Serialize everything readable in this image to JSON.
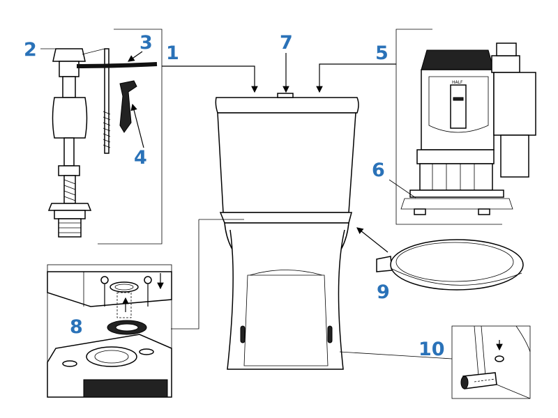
{
  "callouts": {
    "c1": "1",
    "c2": "2",
    "c3": "3",
    "c4": "4",
    "c5": "5",
    "c6": "6",
    "c7": "7",
    "c8": "8",
    "c9": "9",
    "c10": "10"
  },
  "flush_valve": {
    "scale_label": "HALF"
  },
  "colors": {
    "callout": "#2a72b8",
    "line": "#000000"
  }
}
